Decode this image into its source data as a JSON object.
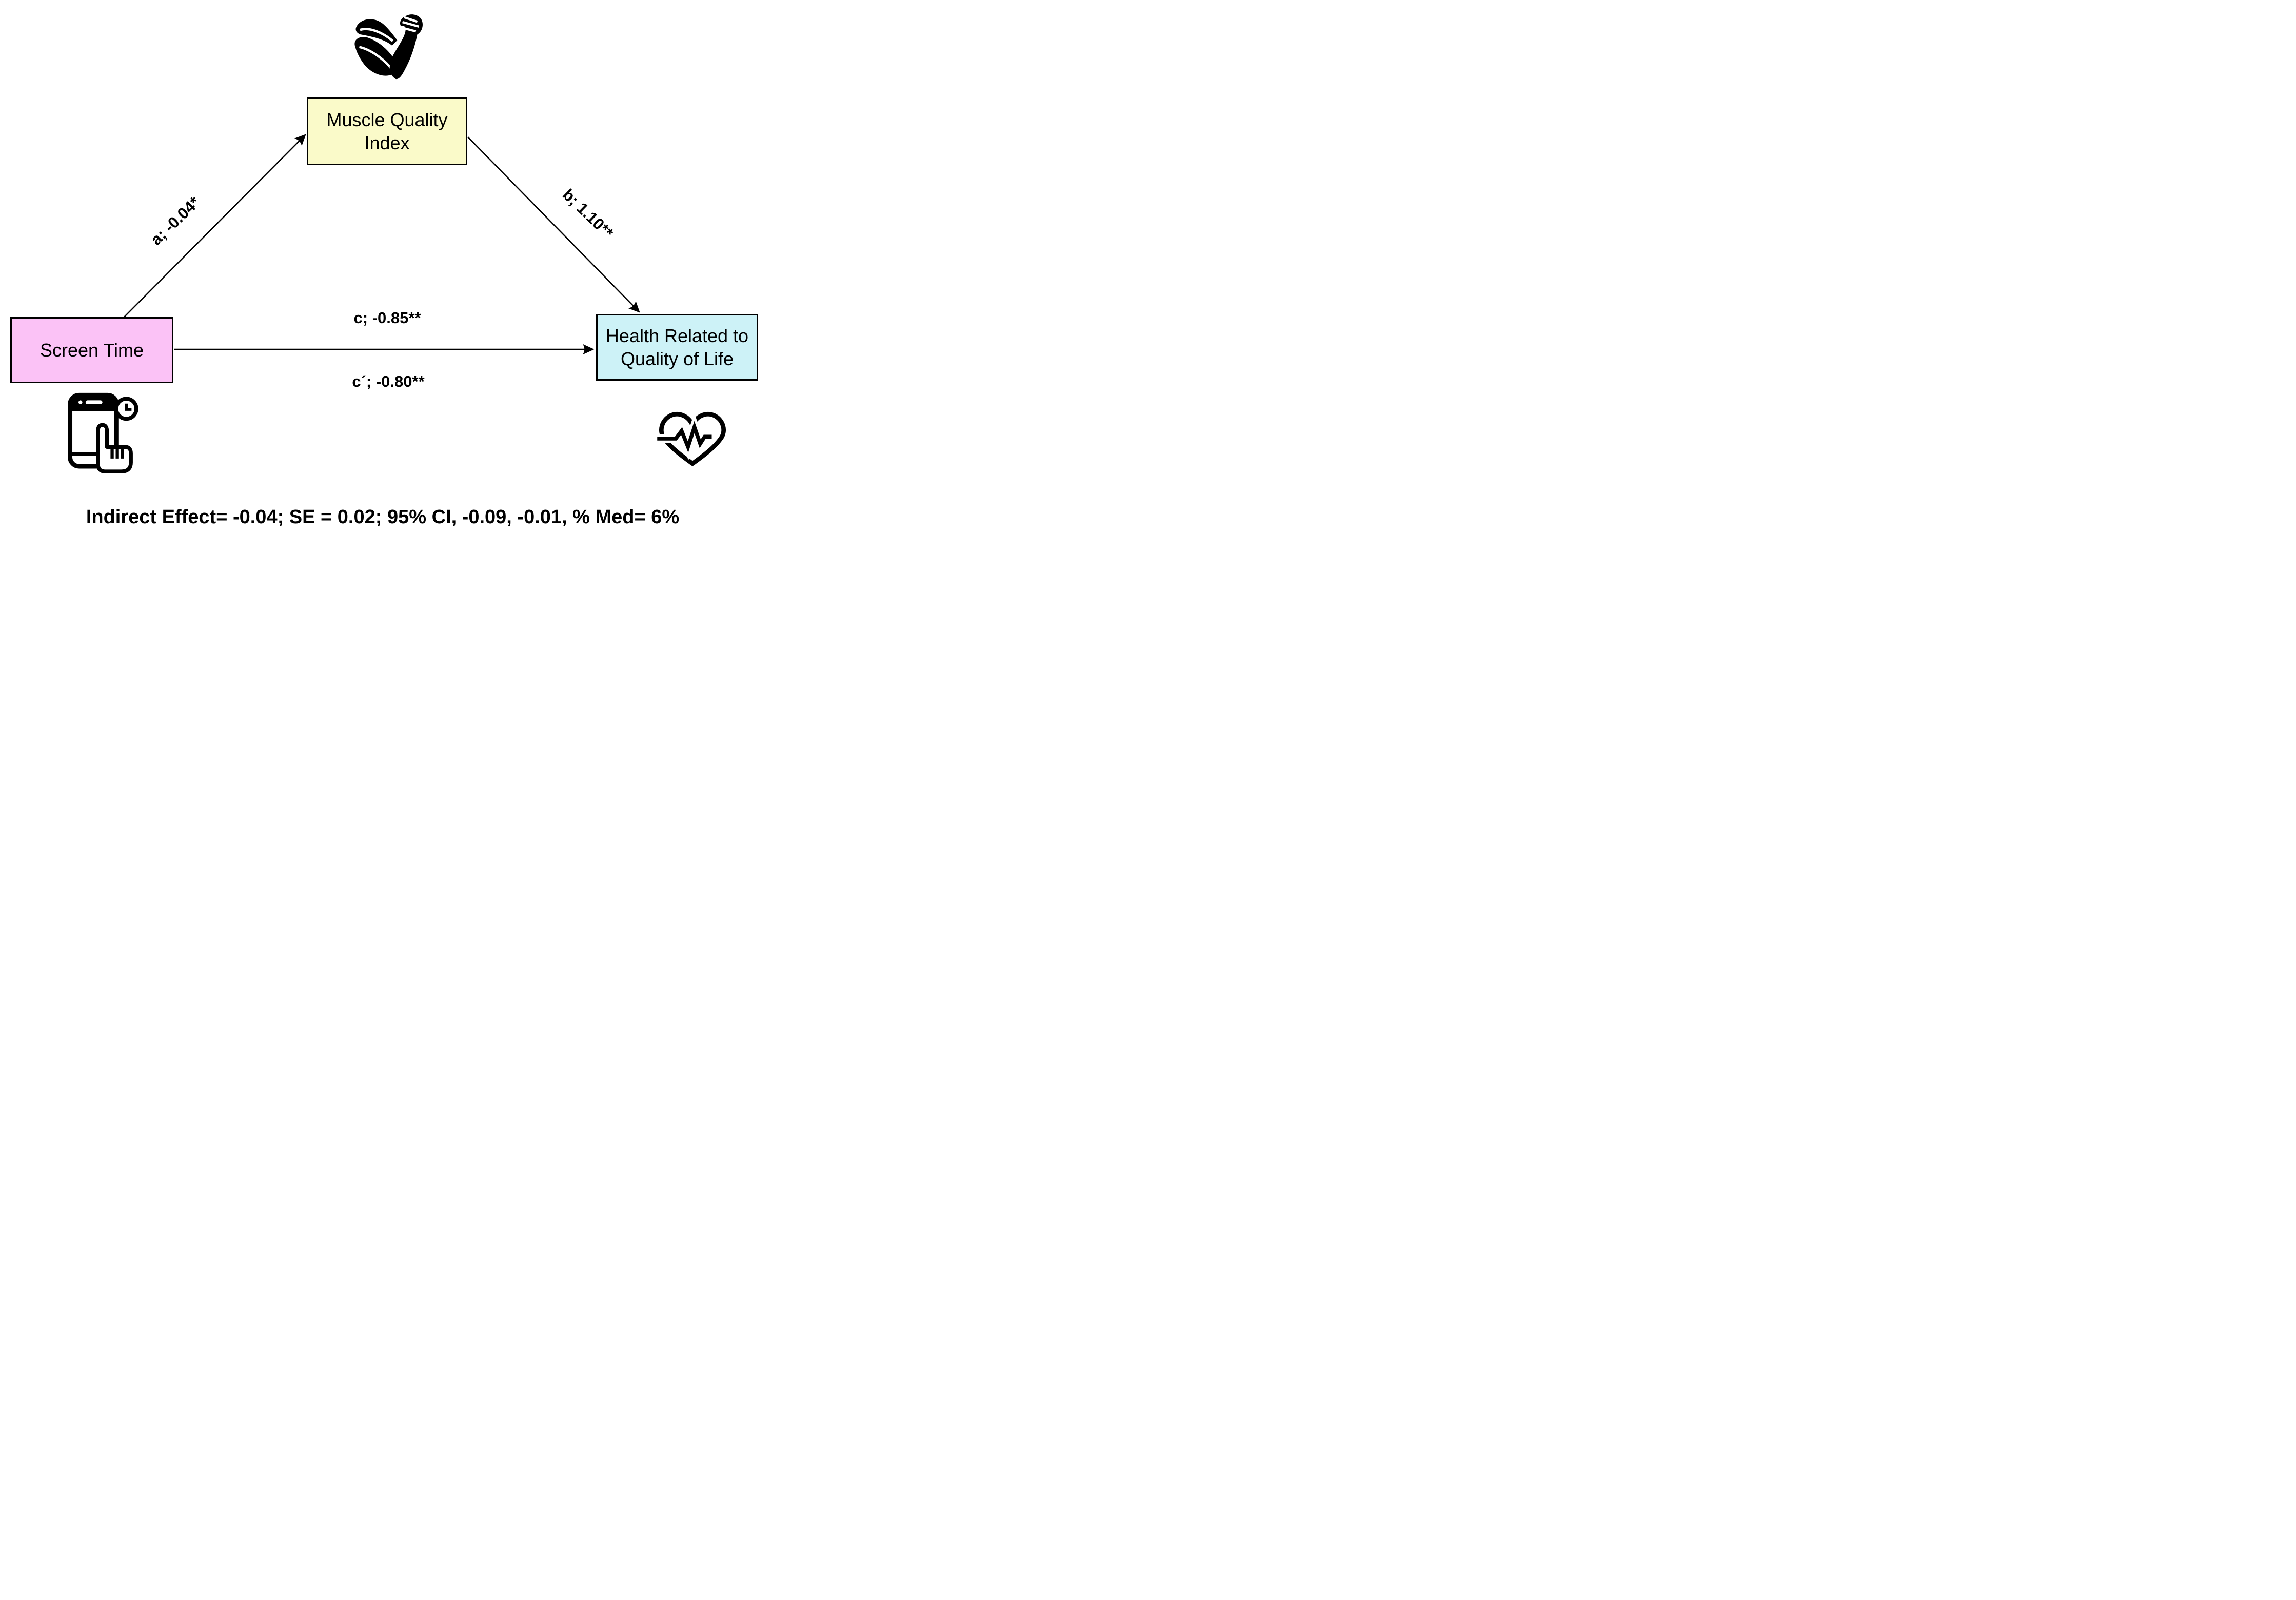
{
  "colors": {
    "background": "#ffffff",
    "box_border": "#000000",
    "text": "#000000",
    "arrow": "#000000",
    "icon": "#000000",
    "mediator_fill": "#fafac9",
    "exposure_fill": "#fbc2f6",
    "outcome_fill": "#cdf2f7"
  },
  "nodes": {
    "mediator": {
      "label": "Muscle Quality Index",
      "icon": "flexed-arm-muscle-icon"
    },
    "exposure": {
      "label": "Screen Time",
      "icon": "smartphone-touch-clock-icon"
    },
    "outcome": {
      "label": "Health Related to Quality of Life",
      "icon": "heart-pulse-icon"
    }
  },
  "path_labels": {
    "a": "a; -0.04*",
    "b": "b; 1.10**",
    "c": "c; -0.85**",
    "c_prime": "c´; -0.80**"
  },
  "footnote": "Indirect Effect= -0.04; SE = 0.02; 95% CI, -0.09, -0.01, % Med= 6%"
}
